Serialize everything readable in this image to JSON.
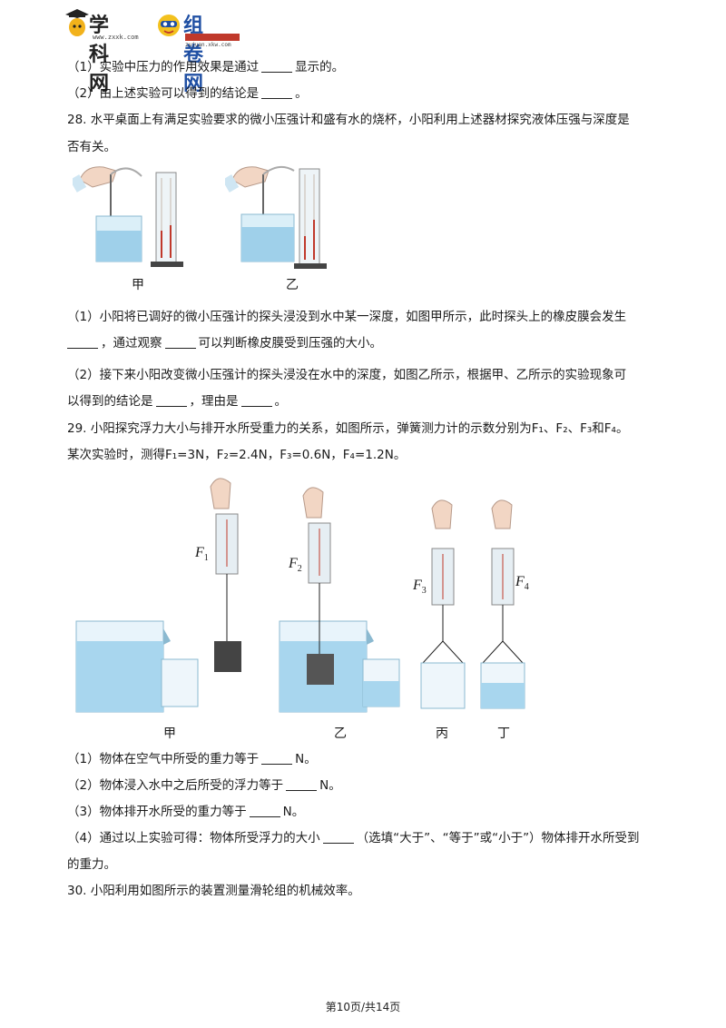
{
  "header": {
    "logo1_text": "学科网",
    "logo1_sub": "www.zxxk.com",
    "logo2_text": "组卷网",
    "logo2_sub": "zujuan.xkw.com"
  },
  "q27": {
    "p1_pre": "（1）实验中压力的作用效果是通过",
    "p1_post": "显示的。",
    "p2_pre": "（2）由上述实验可以得到的结论是",
    "p2_post": "。"
  },
  "q28": {
    "stem_line1": "28. 水平桌面上有满足实验要求的微小压强计和盛有水的烧杯，小阳利用上述器材探究液体压强与深度是",
    "stem_line2": "否有关。",
    "fig_label_a": "甲",
    "fig_label_b": "乙",
    "p1_line1": "（1）小阳将已调好的微小压强计的探头浸没到水中某一深度，如图甲所示，此时探头上的橡皮膜会发生",
    "p1_line2_mid": "，通过观察",
    "p1_line2_post": "可以判断橡皮膜受到压强的大小。",
    "p2_line1": "（2）接下来小阳改变微小压强计的探头浸没在水中的深度，如图乙所示，根据甲、乙所示的实验现象可",
    "p2_line2_pre": "以得到的结论是",
    "p2_line2_mid": "，理由是",
    "p2_line2_post": "。"
  },
  "q29": {
    "stem_line1": "29. 小阳探究浮力大小与排开水所受重力的关系，如图所示，弹簧测力计的示数分别为F₁、F₂、F₃和F₄。",
    "stem_line2": "某次实验时，测得F₁=3N，F₂=2.4N，F₃=0.6N，F₄=1.2N。",
    "fig_labels": [
      "甲",
      "乙",
      "丙",
      "丁"
    ],
    "force_labels": [
      "F",
      "F",
      "F",
      "F"
    ],
    "force_subs": [
      "1",
      "2",
      "3",
      "4"
    ],
    "p1_pre": "（1）物体在空气中所受的重力等于",
    "p1_post": "N。",
    "p2_pre": "（2）物体浸入水中之后所受的浮力等于",
    "p2_post": "N。",
    "p3_pre": "（3）物体排开水所受的重力等于",
    "p3_post": "N。",
    "p4_line1_pre": "（4）通过以上实验可得：物体所受浮力的大小",
    "p4_line1_post": "（选填“大于”、“等于”或“小于”）物体排开水所受到",
    "p4_line2": "的重力。"
  },
  "q30": {
    "stem": "30. 小阳利用如图所示的装置测量滑轮组的机械效率。"
  },
  "footer": {
    "page": "第10页/共14页"
  }
}
